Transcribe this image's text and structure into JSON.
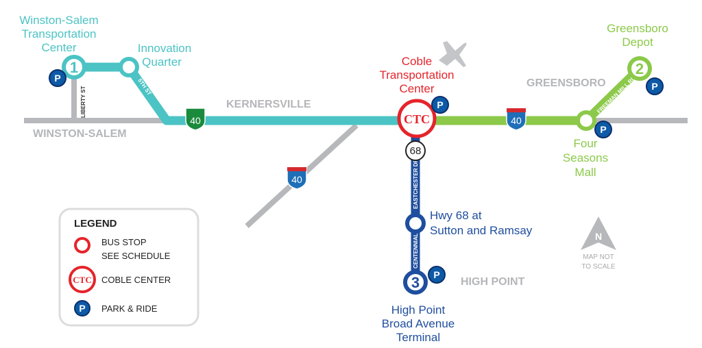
{
  "colors": {
    "route1": "#4cc3c4",
    "route2": "#8cc94a",
    "route3": "#1f4e9e",
    "ctc": "#e5242b",
    "road": "#b7b8bb",
    "park": "#0d5aa7"
  },
  "stops": {
    "s1": {
      "number": "1",
      "name": [
        "Winston-Salem",
        "Transportation",
        "Center"
      ]
    },
    "iq": {
      "name": [
        "Innovation",
        "Quarter"
      ]
    },
    "ctc": {
      "badge": "CTC",
      "name": [
        "Coble",
        "Transportation",
        "Center"
      ]
    },
    "s2": {
      "number": "2",
      "name": [
        "Greensboro",
        "Depot"
      ]
    },
    "fs": {
      "name": [
        "Four",
        "Seasons",
        "Mall"
      ]
    },
    "hwy": {
      "name": [
        "Hwy 68 at",
        "Sutton and Ramsay"
      ]
    },
    "s3": {
      "number": "3",
      "name": [
        "High Point",
        "Broad Avenue",
        "Terminal"
      ]
    }
  },
  "cities": {
    "ws": "WINSTON-SALEM",
    "kv": "KERNERSVILLE",
    "gb": "GREENSBORO",
    "hp": "HIGH POINT"
  },
  "streets": {
    "liberty": "LIBERTY ST",
    "fifth": "5TH ST",
    "eastchester": "EASTCHESTER DR",
    "centennial": "CENTENNIAL",
    "freeman": "FREEMAN MILL RD"
  },
  "shields": {
    "i40": "40",
    "nc68": "68"
  },
  "park_letter": "P",
  "legend": {
    "title": "LEGEND",
    "bus_stop": [
      "BUS STOP",
      "SEE SCHEDULE"
    ],
    "ctc_badge": "CTC",
    "coble": "COBLE CENTER",
    "park": "PARK & RIDE"
  },
  "north": {
    "letter": "N",
    "note": [
      "MAP NOT",
      "TO SCALE"
    ]
  }
}
